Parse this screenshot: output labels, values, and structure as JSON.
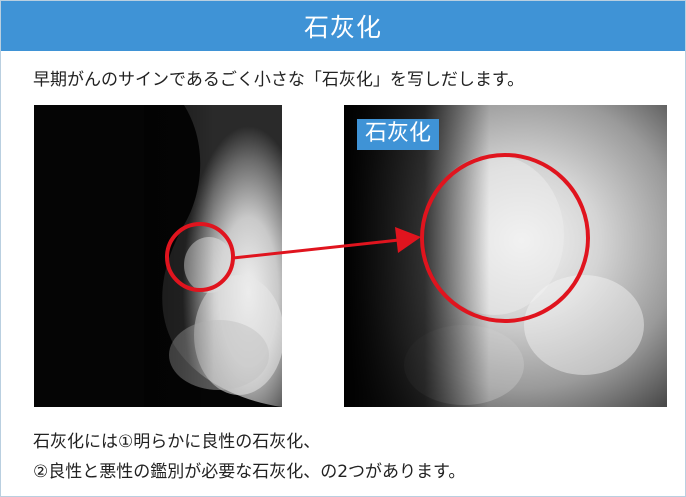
{
  "header": {
    "title": "石灰化"
  },
  "intro": {
    "text": "早期がんのサインであるごく小さな「石灰化」を写しだします。"
  },
  "zoom": {
    "label": "石灰化"
  },
  "footer": {
    "line1": "石灰化には①明らかに良性の石灰化、",
    "line2": "②良性と悪性の鑑別が必要な石灰化、の2つがあります。"
  },
  "colors": {
    "accent": "#3f93d6",
    "highlight_ring": "#e0141e"
  }
}
